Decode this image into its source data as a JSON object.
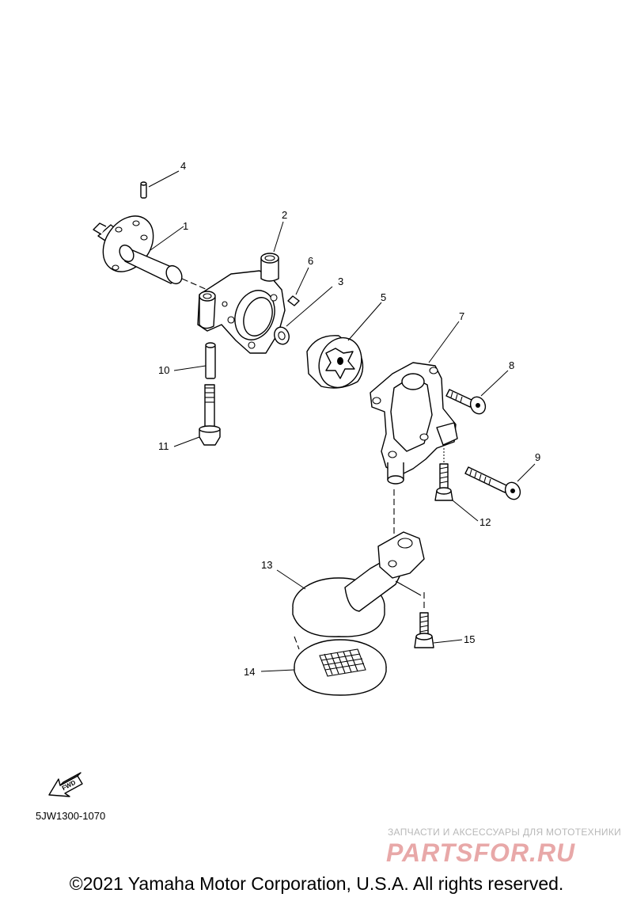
{
  "diagram": {
    "callouts": [
      {
        "id": "1",
        "label": "1"
      },
      {
        "id": "2",
        "label": "2"
      },
      {
        "id": "3",
        "label": "3"
      },
      {
        "id": "4",
        "label": "4"
      },
      {
        "id": "5",
        "label": "5"
      },
      {
        "id": "6",
        "label": "6"
      },
      {
        "id": "7",
        "label": "7"
      },
      {
        "id": "8",
        "label": "8"
      },
      {
        "id": "9",
        "label": "9"
      },
      {
        "id": "10",
        "label": "10"
      },
      {
        "id": "11",
        "label": "11"
      },
      {
        "id": "12",
        "label": "12"
      },
      {
        "id": "13",
        "label": "13"
      },
      {
        "id": "14",
        "label": "14"
      },
      {
        "id": "15",
        "label": "15"
      }
    ],
    "fwd_label": "FWD",
    "code": "5JW1300-1070"
  },
  "watermark": {
    "line": "ЗАПЧАСТИ И АКСЕССУАРЫ ДЛЯ МОТОТЕХНИКИ",
    "logo_text": "PARTSFOR.RU",
    "color": "#e8a8a8"
  },
  "footer": {
    "copyright": "©2021 Yamaha Motor Corporation, U.S.A. All rights reserved."
  }
}
